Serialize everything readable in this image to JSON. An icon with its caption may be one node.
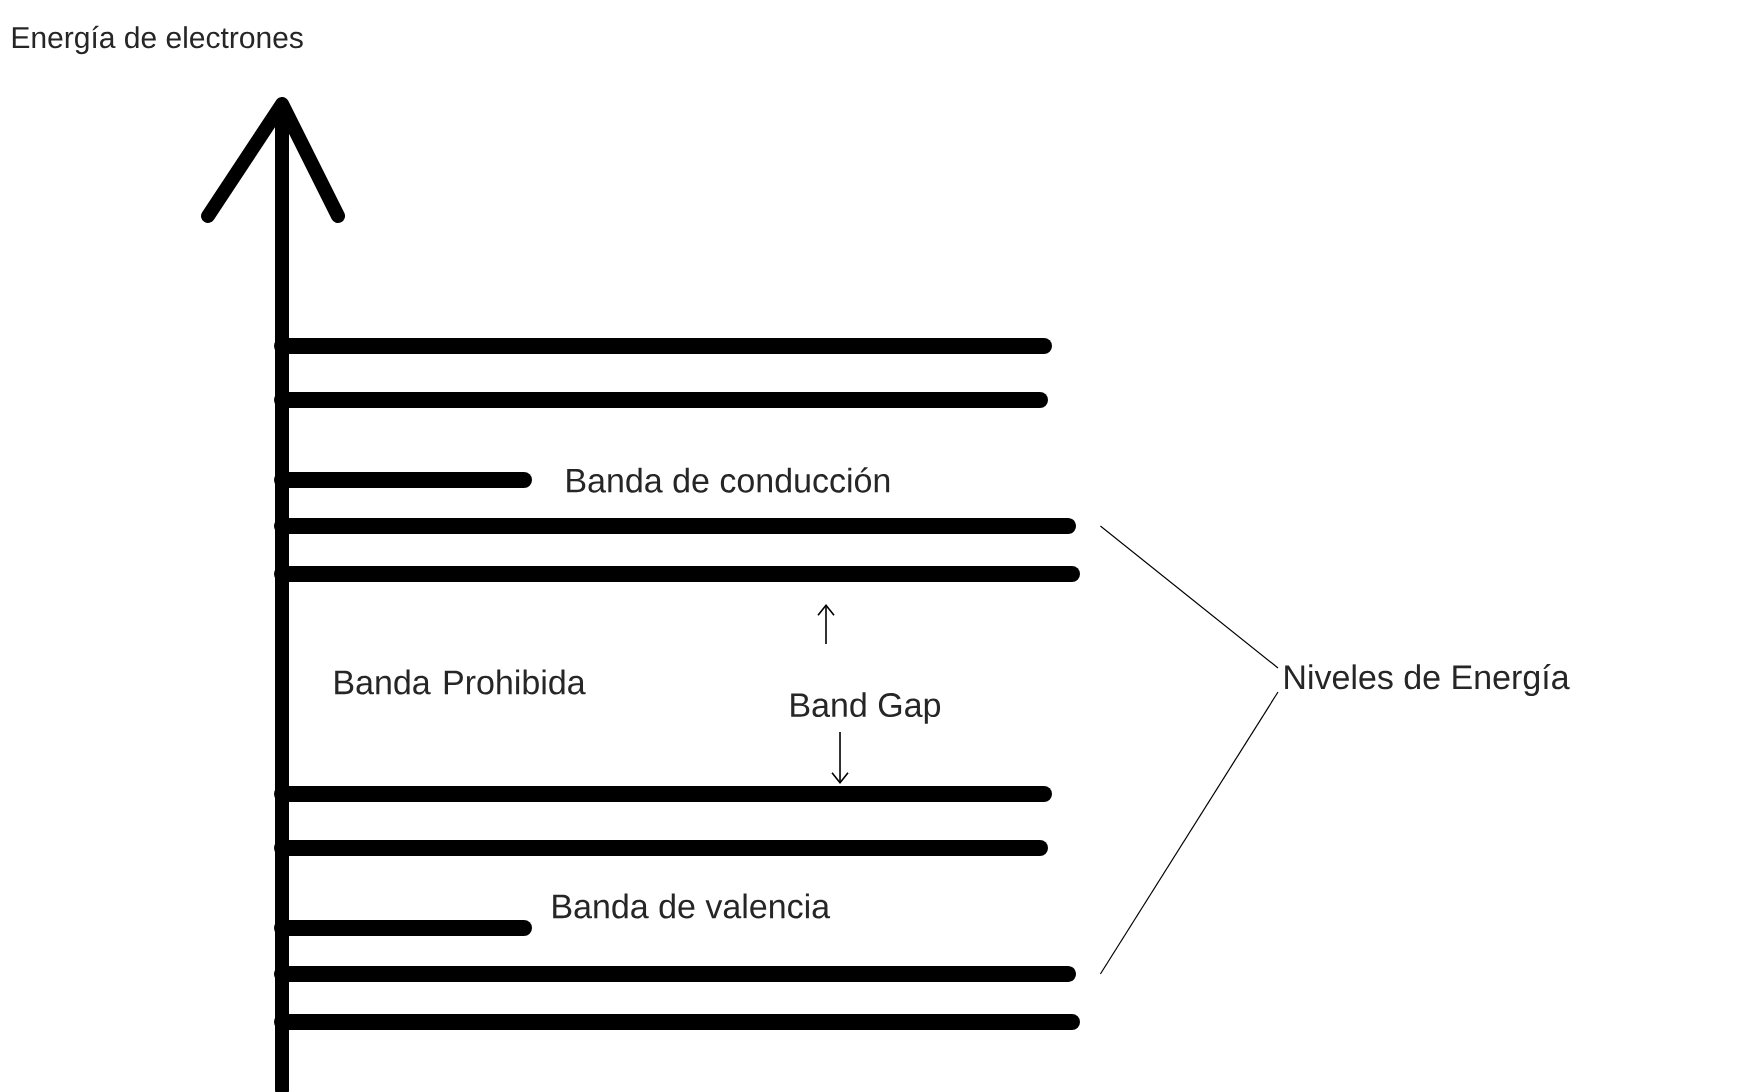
{
  "diagram": {
    "nodes": [
      {
        "text": [
          "Niveles de Energía"
        ]
      },
      {
        "text": [],
        "shape": "bar"
      },
      {
        "text": [],
        "shape": "bar"
      }
    ],
    "edges": [
      {
        "from": 0,
        "to": 1,
        "arrow": "none"
      },
      {
        "from": 0,
        "to": 2,
        "arrow": "none"
      }
    ],
    "labels": [
      "Energía de electrones",
      "Banda de conducción",
      "Banda Prohibida",
      "Band Gap",
      "Banda de valencia"
    ]
  }
}
